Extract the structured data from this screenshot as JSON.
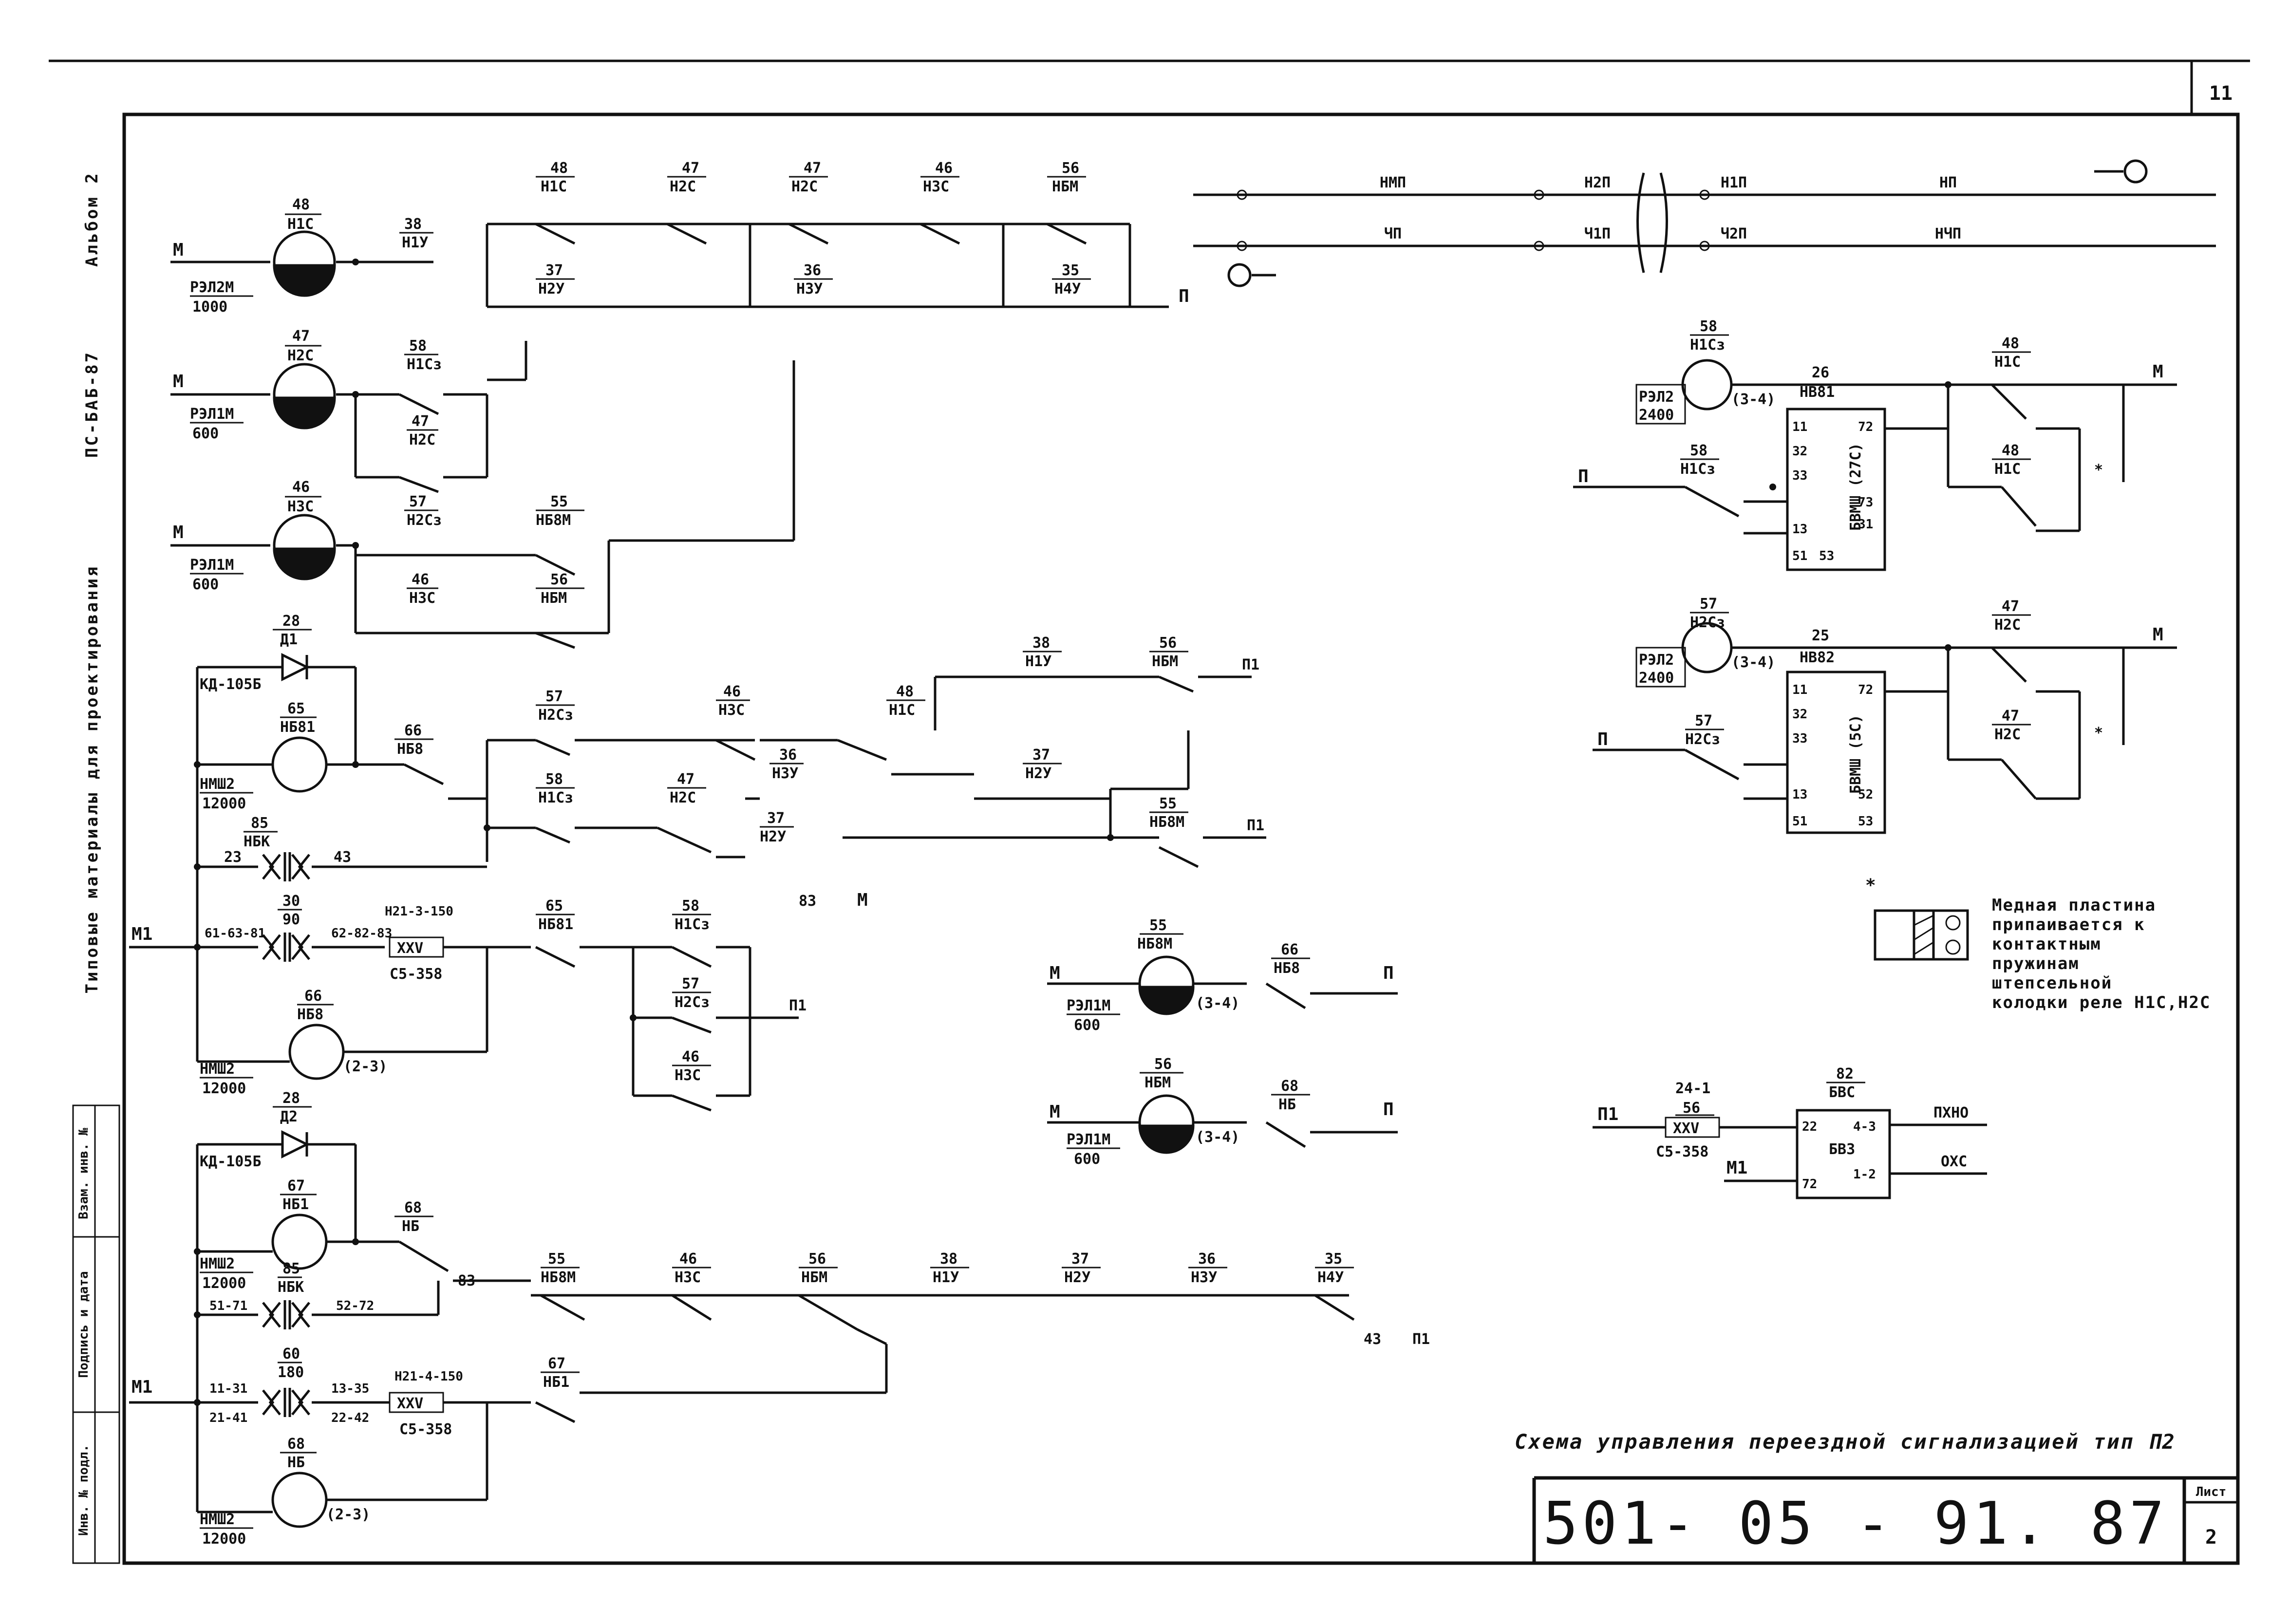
{
  "sheet": {
    "sheet_no_corner": "11",
    "side_labels": [
      "Альбом 2",
      "ПС-БАБ-87",
      "Типовые материалы для проектирования"
    ],
    "stamp_labels": [
      "Инв. № подл.",
      "Подпись и дата",
      "Взам. инв. №"
    ],
    "caption": "Схема управления переездной сигнализацией тип П2",
    "doc_number": "501- 05 - 91. 87",
    "list_label": "Лист",
    "list_no": "2"
  },
  "legend": {
    "note_lines": [
      "Медная пластина",
      "припаивается к",
      "контактным",
      "пружинам",
      "штепсельной",
      "колодки реле Н1С,Н2С"
    ]
  },
  "bus": {
    "top_labels": [
      "НМП",
      "Н2П",
      "Н1П",
      "НП"
    ],
    "bottom_labels": [
      "ЧП",
      "Ч1П",
      "Ч2П",
      "НЧП"
    ]
  },
  "relays": [
    {
      "num": "48",
      "name": "Н1С",
      "type": "РЭЛ2М",
      "ohm": "1000"
    },
    {
      "num": "47",
      "name": "Н2С",
      "type": "РЭЛ1М",
      "ohm": "600"
    },
    {
      "num": "46",
      "name": "Н3С",
      "type": "РЭЛ1М",
      "ohm": "600"
    },
    {
      "num": "65",
      "name": "НБ81",
      "type": "НМШ2",
      "ohm": "12000"
    },
    {
      "num": "66",
      "name": "НБ8",
      "type": "НМШ2",
      "ohm": "12000"
    },
    {
      "num": "67",
      "name": "НБ1",
      "type": "НМШ2",
      "ohm": "12000"
    },
    {
      "num": "68",
      "name": "НБ",
      "type": "НМШ2",
      "ohm": "12000"
    },
    {
      "num": "55",
      "name": "НБ8М",
      "type": "РЭЛ1М",
      "ohm": "600"
    },
    {
      "num": "56",
      "name": "НБМ",
      "type": "РЭЛ1М",
      "ohm": "600"
    },
    {
      "num": "58",
      "name": "Н1Сз",
      "type": "РЭЛ2",
      "ohm": "2400"
    },
    {
      "num": "57",
      "name": "Н2Сз",
      "type": "РЭЛ2",
      "ohm": "2400"
    }
  ],
  "labels": {
    "M": "М",
    "P": "П",
    "P1": "П1",
    "M1": "М1",
    "N1U": "Н1У",
    "N2U": "Н2У",
    "N3U": "Н3У",
    "N4U": "Н4У",
    "N1C": "Н1С",
    "N2C": "Н2С",
    "N3C": "Н3С",
    "N1Cz": "Н1Сз",
    "N2Cz": "Н2Сз",
    "NB8M": "НБ8М",
    "NBM": "НБМ",
    "NB8": "НБ8",
    "NB81": "НБ81",
    "NB1": "НБ1",
    "NB": "НБ",
    "NBK": "НБК",
    "NV81": "НВ81",
    "NV82": "НВ82",
    "BVMSh27": "БВМШ (27С)",
    "BVMSh5": "БВМШ (5С)",
    "D1": "Д1",
    "D2": "Д2",
    "KD": "КД-105Б",
    "XXV": "XXV",
    "C5": "С5-358",
    "H21_3": "Н21-3-150",
    "H21_4": "Н21-4-150",
    "BVS": "БВС",
    "BV3": "БВ3",
    "PXNO": "ПХНО",
    "OXC": "ОХС",
    "n24_1": "24-1",
    "n82": "82",
    "n4_3": "4-3",
    "n1_2": "1-2",
    "n22": "22",
    "n72": "72",
    "c30": "30",
    "c90": "90",
    "c60": "60",
    "c180": "180",
    "r616381": "61-63-81",
    "r628283": "62-82-83",
    "r5171": "51-71",
    "r5272": "52-72",
    "r1131": "11-31",
    "r2141": "21-41",
    "r1335": "13-35",
    "r2242": "22-42",
    "r23": "23",
    "r43": "43",
    "r83": "83",
    "p34": "(3-4)",
    "p23": "(2-3)",
    "n25": "25",
    "n26": "26"
  }
}
